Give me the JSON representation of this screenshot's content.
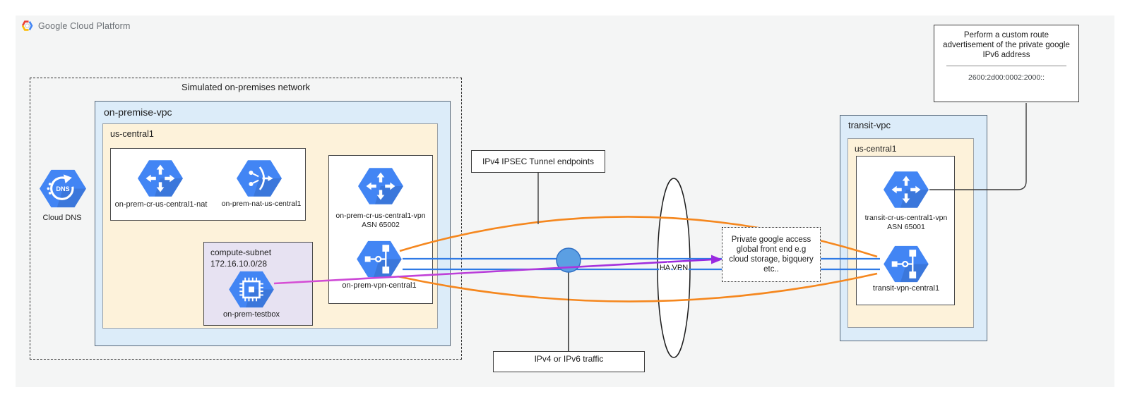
{
  "brand": {
    "name": "Google Cloud Platform"
  },
  "onprem": {
    "sim_label": "Simulated on-premises network",
    "vpc_label": "on-premise-vpc",
    "region_label": "us-central1",
    "dns_label": "Cloud DNS",
    "nat_router_label": "on-prem-cr-us-central1-nat",
    "nat_label": "on-prem-nat-us-central1",
    "subnet_name": "compute-subnet",
    "subnet_cidr": "172.16.10.0/28",
    "testbox_label": "on-prem-testbox",
    "vpn_router_label": "on-prem-cr-us-central1-vpn",
    "vpn_router_asn": "ASN 65002",
    "vpn_gateway_label": "on-prem-vpn-central1"
  },
  "middle": {
    "ipsec_label": "IPv4 IPSEC Tunnel endpoints",
    "traffic_label": "IPv4 or IPv6 traffic",
    "havpn_label": "HA VPN",
    "pga_lines": [
      "Private google access",
      "global front end e.g",
      "cloud storage, bigquery",
      "etc.."
    ]
  },
  "transit": {
    "vpc_label": "transit-vpc",
    "region_label": "us-central1",
    "router_label": "transit-cr-us-central1-vpn",
    "router_asn": "ASN 65001",
    "vpn_gateway_label": "transit-vpn-central1"
  },
  "note": {
    "line1": "Perform a custom route",
    "line2": "advertisement of the private google",
    "line3": "IPv6 address",
    "address": "2600:2d00:0002:2000::"
  },
  "colors": {
    "tunnel_orange": "#f5871e",
    "traffic_blue": "#2f7ae5",
    "ipv6_purple": "#b232df",
    "icon_blue": "#4285f4",
    "vpc_fill": "#dcecf9",
    "region_fill": "#fdf2da",
    "subnet_fill": "#e7e2f2"
  }
}
